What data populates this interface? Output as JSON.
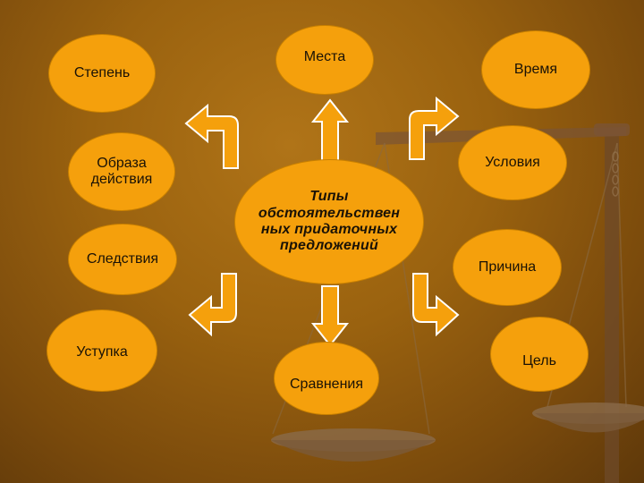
{
  "diagram": {
    "center": "Типы обстоятельствен ных придаточных предложений",
    "nodes": {
      "stepen": "Степень",
      "mesta": "Места",
      "vremya": "Время",
      "obraza": "Образа действия",
      "usloviya": "Условия",
      "sledstviya": "Следствия",
      "prichina": "Причина",
      "ustupka": "Уступка",
      "tsel": "Цель",
      "sravneniya": "Сравнения"
    }
  },
  "colors": {
    "background": "#9a620f",
    "node_fill": "#f5a00c",
    "arrow_fill": "#f5a00c",
    "arrow_stroke": "#ffffff",
    "text": "#1a1206"
  }
}
